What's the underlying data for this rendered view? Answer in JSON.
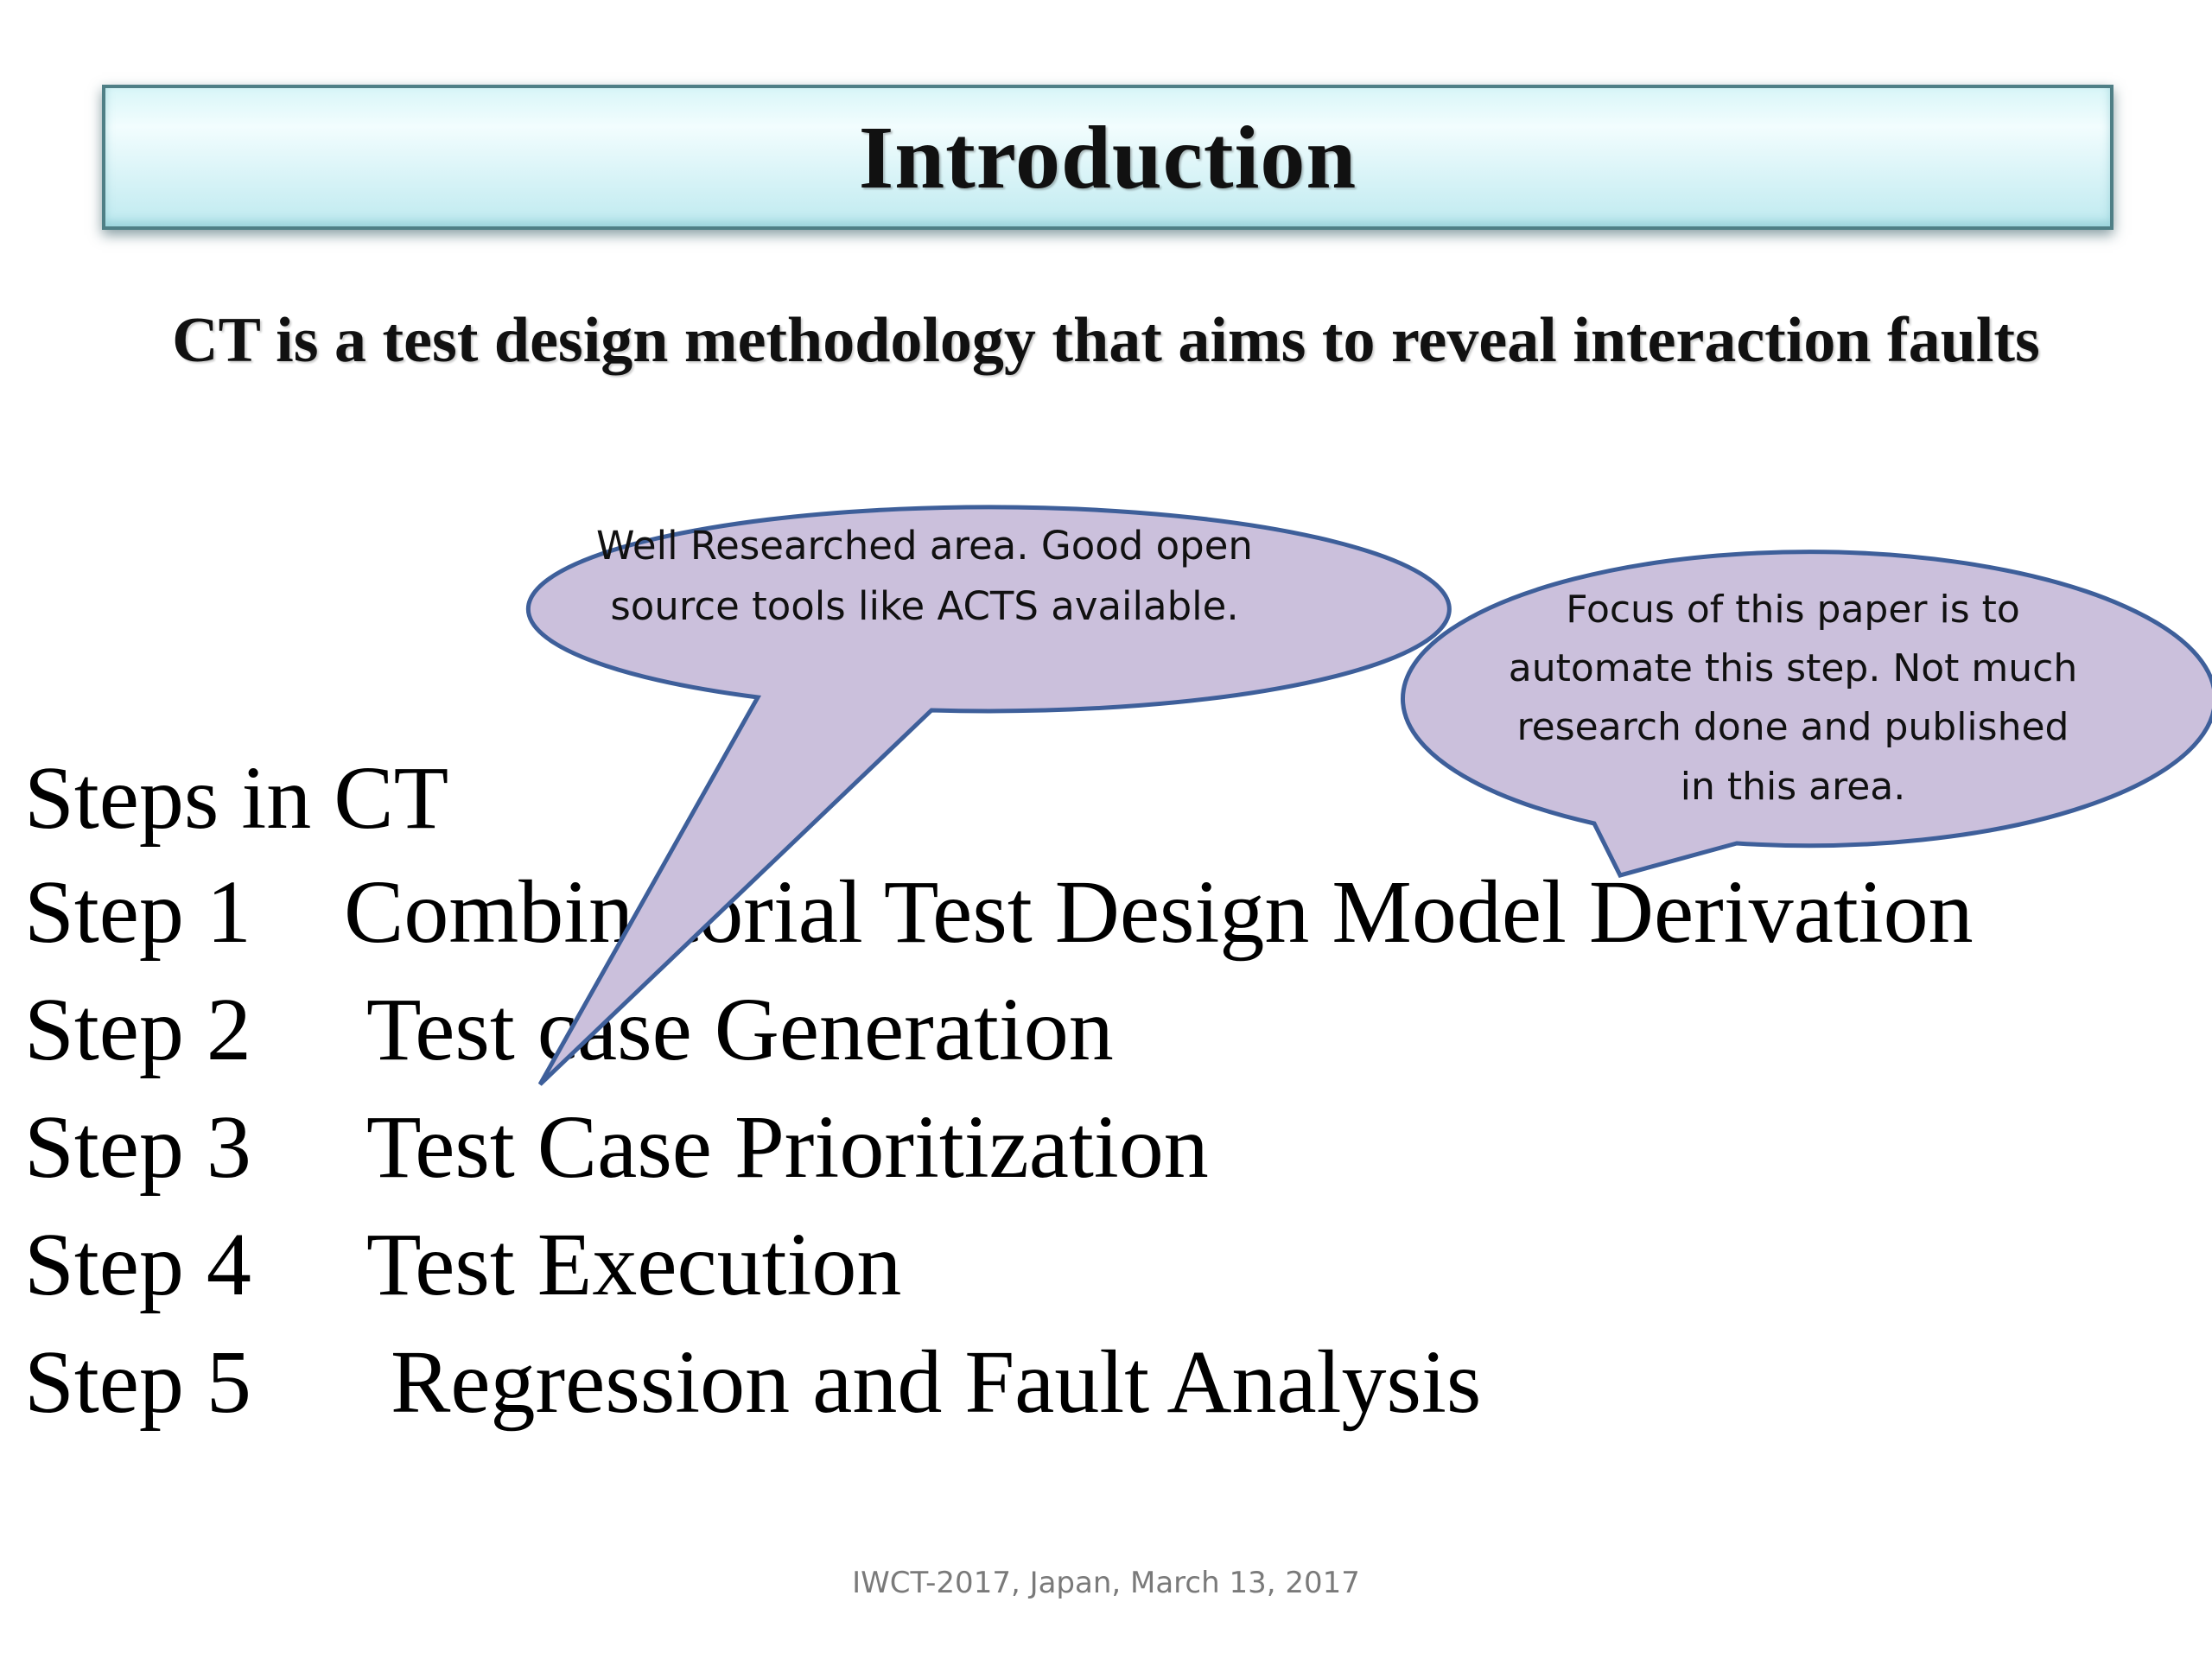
{
  "slide": {
    "title": "Introduction",
    "subtitle": "CT is a test design methodology that aims to reveal interaction faults",
    "steps_heading": "Steps in CT",
    "steps": [
      {
        "label": "Step 1",
        "text": "Combinatorial Test Design Model Derivation"
      },
      {
        "label": "Step 2",
        "text": "Test case Generation"
      },
      {
        "label": "Step 3",
        "text": "Test Case Prioritization"
      },
      {
        "label": "Step 4",
        "text": "Test Execution"
      },
      {
        "label": "Step 5",
        "text": "Regression and Fault Analysis"
      }
    ],
    "callouts": [
      {
        "text": "Well Researched area. Good open source tools like ACTS available."
      },
      {
        "text": "Focus of this paper is to automate this step. Not much  research done and published in this area."
      }
    ],
    "footer": "IWCT-2017, Japan, March 13, 2017"
  },
  "colors": {
    "title_bar_top": "#d9f6f8",
    "title_bar_bottom": "#bfeaf0",
    "title_bar_border": "#4f7f86",
    "callout_fill": "#cbc0dc",
    "callout_stroke": "#3e5f9a",
    "footer_text": "#7a7a7a"
  }
}
